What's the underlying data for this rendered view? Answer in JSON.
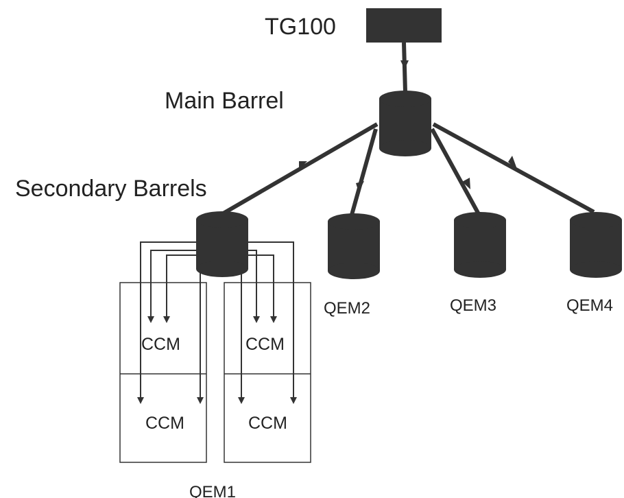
{
  "labels": {
    "source": "TG100",
    "main_barrel": "Main Barrel",
    "secondary_barrels": "Secondary Barrels",
    "qem1": "QEM1",
    "qem2": "QEM2",
    "qem3": "QEM3",
    "qem4": "QEM4"
  },
  "ccm": [
    "CCM",
    "CCM",
    "CCM",
    "CCM"
  ],
  "colors": {
    "fill": "#333333",
    "line": "#333333",
    "text": "#222222",
    "background": "#ffffff"
  }
}
